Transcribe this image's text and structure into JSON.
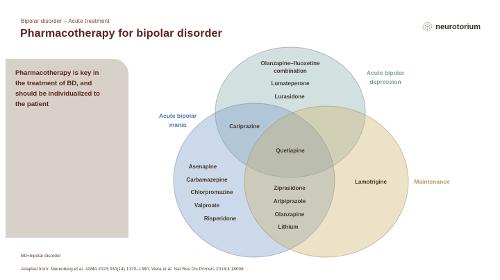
{
  "header": {
    "eyebrow": "Bipolar disorder – Acute treatment",
    "title": "Pharmacotherapy for bipolar disorder",
    "logo_text": "neurotorium"
  },
  "sidebar": {
    "message": "Pharmacotherapy is key in\nthe treatment of BD, and\nshould be individualized to\nthe patient"
  },
  "venn": {
    "labels": {
      "mania": "Acute bipolar\nmania",
      "depression": "Acute bipolar\ndepression",
      "maintenance": "Maintenance"
    },
    "colors": {
      "mania_fill": "#7a9bc8",
      "depression_fill": "#92b2b2",
      "maintenance_fill": "#cdb46e",
      "mania_label": "#4d7cab",
      "depression_label": "#7ba198",
      "maintenance_label": "#b19d61",
      "text": "#43382c"
    },
    "regions": {
      "depression_only": [
        "Olanzapine–fluoxetine\ncombination",
        "Lumateperone",
        "Lurasidone"
      ],
      "mania_and_depression": [
        "Cariprazine"
      ],
      "all_three": [
        "Quetiapine"
      ],
      "mania_only": [
        "Asenapine",
        "Carbamazepine",
        "Chlorpromazine",
        "Valproate",
        "Risperidone"
      ],
      "mania_and_maintenance": [
        "Ziprasidone",
        "Aripiprazole",
        "Olanzapine",
        "Lithium"
      ],
      "maintenance_only": [
        "Lamotrigine"
      ]
    }
  },
  "footnotes": {
    "abbreviation": "BD=bipolar disorder",
    "citation": "Adapted from: Nierenberg et al. JAMA 2023;330(14):1370–1380;  Vieta et al. Nat Rev Dis Primers 2018;4:18008"
  }
}
